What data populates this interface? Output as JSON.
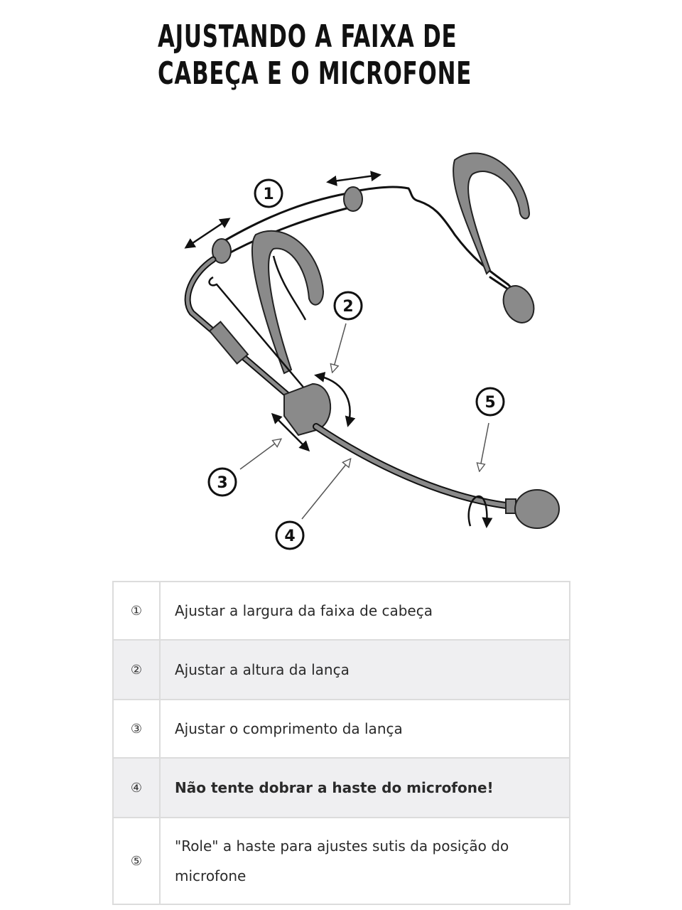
{
  "title": {
    "line1": "AJUSTANDO A FAIXA DE",
    "line2": "CABEÇA E O MICROFONE"
  },
  "illustration": {
    "subject": "headset-microphone-diagram",
    "callouts": [
      "1",
      "2",
      "3",
      "4",
      "5"
    ],
    "colors": {
      "line": "#111111",
      "fill": "#888888"
    }
  },
  "table": {
    "rows": [
      {
        "num": "①",
        "text": "Ajustar a largura da faixa de cabeça",
        "bold": false
      },
      {
        "num": "②",
        "text": "Ajustar a altura da lança",
        "bold": false
      },
      {
        "num": "③",
        "text": "Ajustar o comprimento da lança",
        "bold": false
      },
      {
        "num": "④",
        "text": "Não tente dobrar a haste do microfone!",
        "bold": true
      },
      {
        "num": "⑤",
        "text": "\"Role\" a haste para ajustes sutis da posição do microfone",
        "bold": false
      }
    ]
  }
}
